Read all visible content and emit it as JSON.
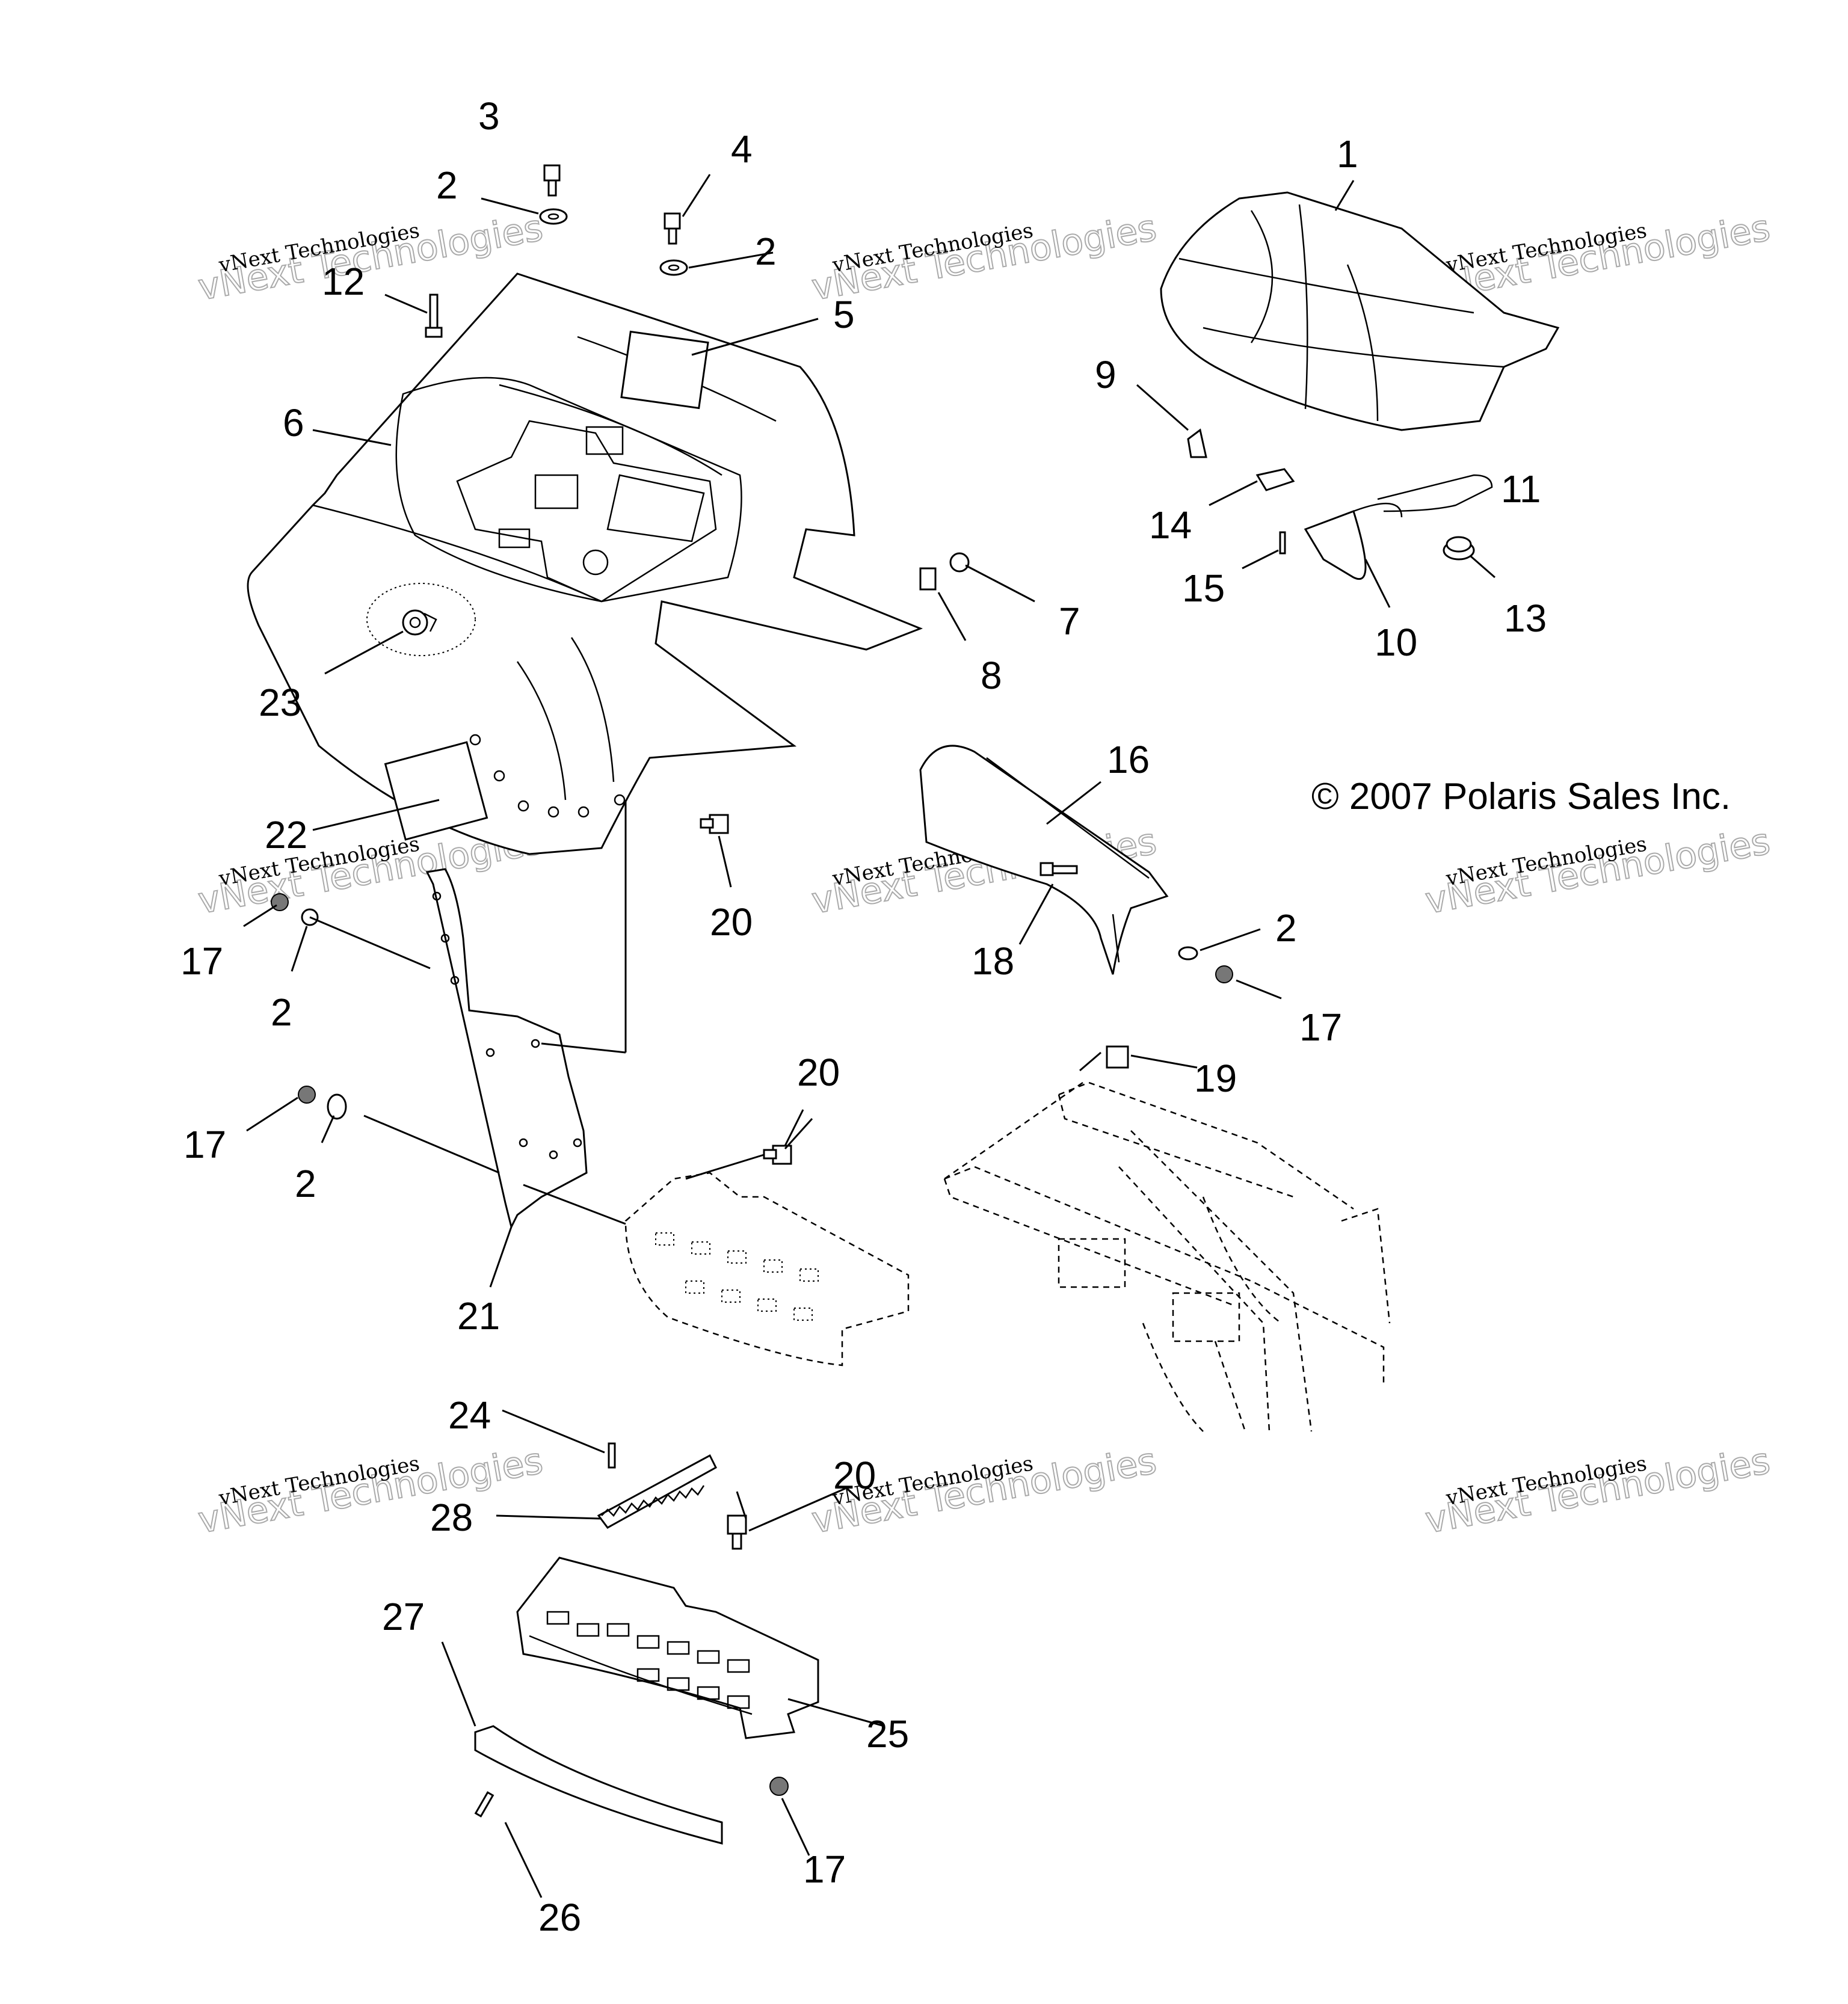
{
  "callouts": {
    "n1": "1",
    "n2a": "2",
    "n2b": "2",
    "n2c": "2",
    "n2d": "2",
    "n2e": "2",
    "n3": "3",
    "n4": "4",
    "n5": "5",
    "n6": "6",
    "n7": "7",
    "n8": "8",
    "n9": "9",
    "n10": "10",
    "n11": "11",
    "n12": "12",
    "n13": "13",
    "n14": "14",
    "n15": "15",
    "n16": "16",
    "n17a": "17",
    "n17b": "17",
    "n17c": "17",
    "n17d": "17",
    "n18": "18",
    "n19": "19",
    "n20a": "20",
    "n20b": "20",
    "n20c": "20",
    "n21": "21",
    "n22": "22",
    "n23": "23",
    "n24": "24",
    "n25": "25",
    "n26": "26",
    "n27": "27",
    "n28": "28"
  },
  "copyright": "© 2007 Polaris Sales Inc.",
  "watermark": {
    "line1": "vNext Technologies",
    "line2": "vNext Technologies"
  }
}
